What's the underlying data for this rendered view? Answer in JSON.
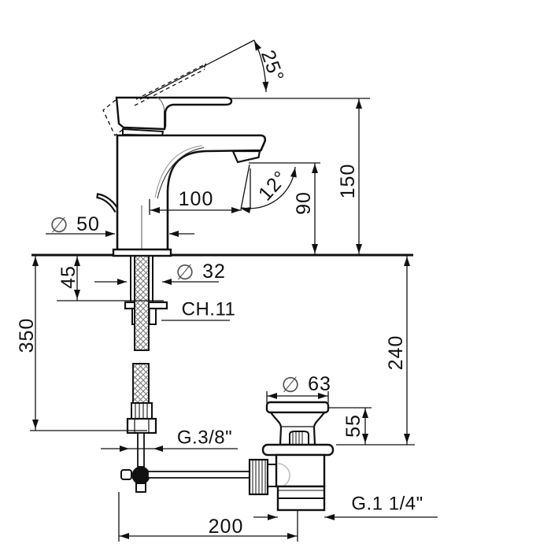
{
  "drawing": {
    "title": "basin mixer technical dimension drawing",
    "background": "#ffffff",
    "line_color": "#111111",
    "labels": {
      "handle_angle": "25°",
      "total_height": "150",
      "spout_height": "90",
      "spout_angle": "12°",
      "spout_reach": "100",
      "base_diameter_symbol": "∅",
      "base_diameter": "50",
      "deck_thickness": "45",
      "hole_diameter_symbol": "∅",
      "hole_diameter": "32",
      "wrench_size": "CH.11",
      "hose_length": "350",
      "drain_drop_height": "240",
      "drain_flange_diameter_symbol": "∅",
      "drain_flange_diameter": "63",
      "drain_body_depth": "55",
      "supply_thread": "G.3/8\"",
      "drain_thread": "G.1 1/4\"",
      "rod_offset": "200"
    }
  }
}
